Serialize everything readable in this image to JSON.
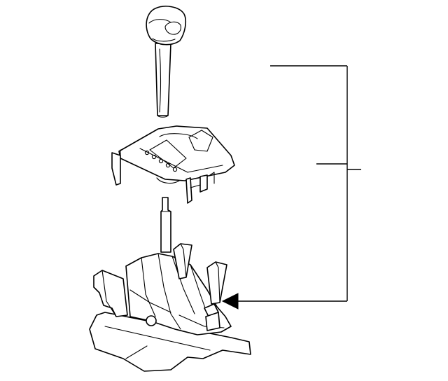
{
  "diagram": {
    "line_color": "#000000",
    "background": "#ffffff",
    "parts": [
      {
        "name": "shift-knob",
        "icon": "shift-knob-icon"
      },
      {
        "name": "shift-indicator-panel",
        "icon": "indicator-panel-icon"
      },
      {
        "name": "shifter-assembly",
        "icon": "shifter-base-icon"
      }
    ],
    "callout_arrow": "arrow-left-icon"
  }
}
